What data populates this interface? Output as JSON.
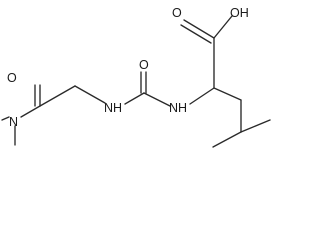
{
  "molecule": {
    "atoms": {
      "acid_oxygen_1": "O",
      "acid_hydroxyl": "OH",
      "urea_oxygen": "O",
      "amide_oxygen": "O",
      "nh_left": "NH",
      "nh_right": "NH",
      "dimethyl_nitrogen": "N"
    }
  }
}
